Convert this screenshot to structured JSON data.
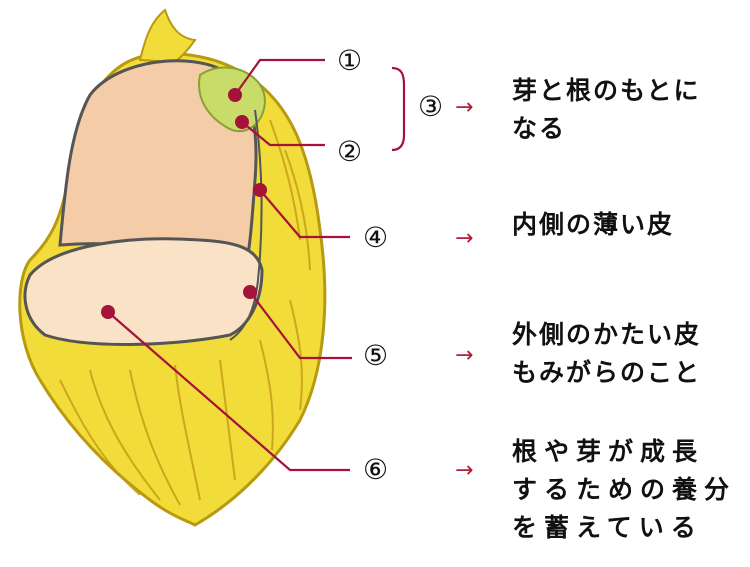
{
  "labels": [
    {
      "id": "1",
      "marker": "①"
    },
    {
      "id": "2",
      "marker": "②"
    },
    {
      "id": "3",
      "marker": "③",
      "arrow": "→",
      "text": [
        "芽と根のもとに",
        "なる"
      ]
    },
    {
      "id": "4",
      "marker": "④",
      "arrow": "→",
      "text": [
        "内側の薄い皮"
      ]
    },
    {
      "id": "5",
      "marker": "⑤",
      "arrow": "→",
      "text": [
        "外側のかたい皮",
        "もみがらのこと"
      ]
    },
    {
      "id": "6",
      "marker": "⑥",
      "arrow": "→",
      "text": [
        "根や芽が成長",
        "するための養分",
        "を蓄えている"
      ]
    }
  ],
  "colors": {
    "leader": "#a5123a",
    "dot": "#a5123a",
    "husk": "#f2dc3a",
    "husk_dark": "#d8b820",
    "inner": "#f4cca8",
    "endosperm": "#f9e2c6",
    "germ": "#c9dc6a"
  }
}
